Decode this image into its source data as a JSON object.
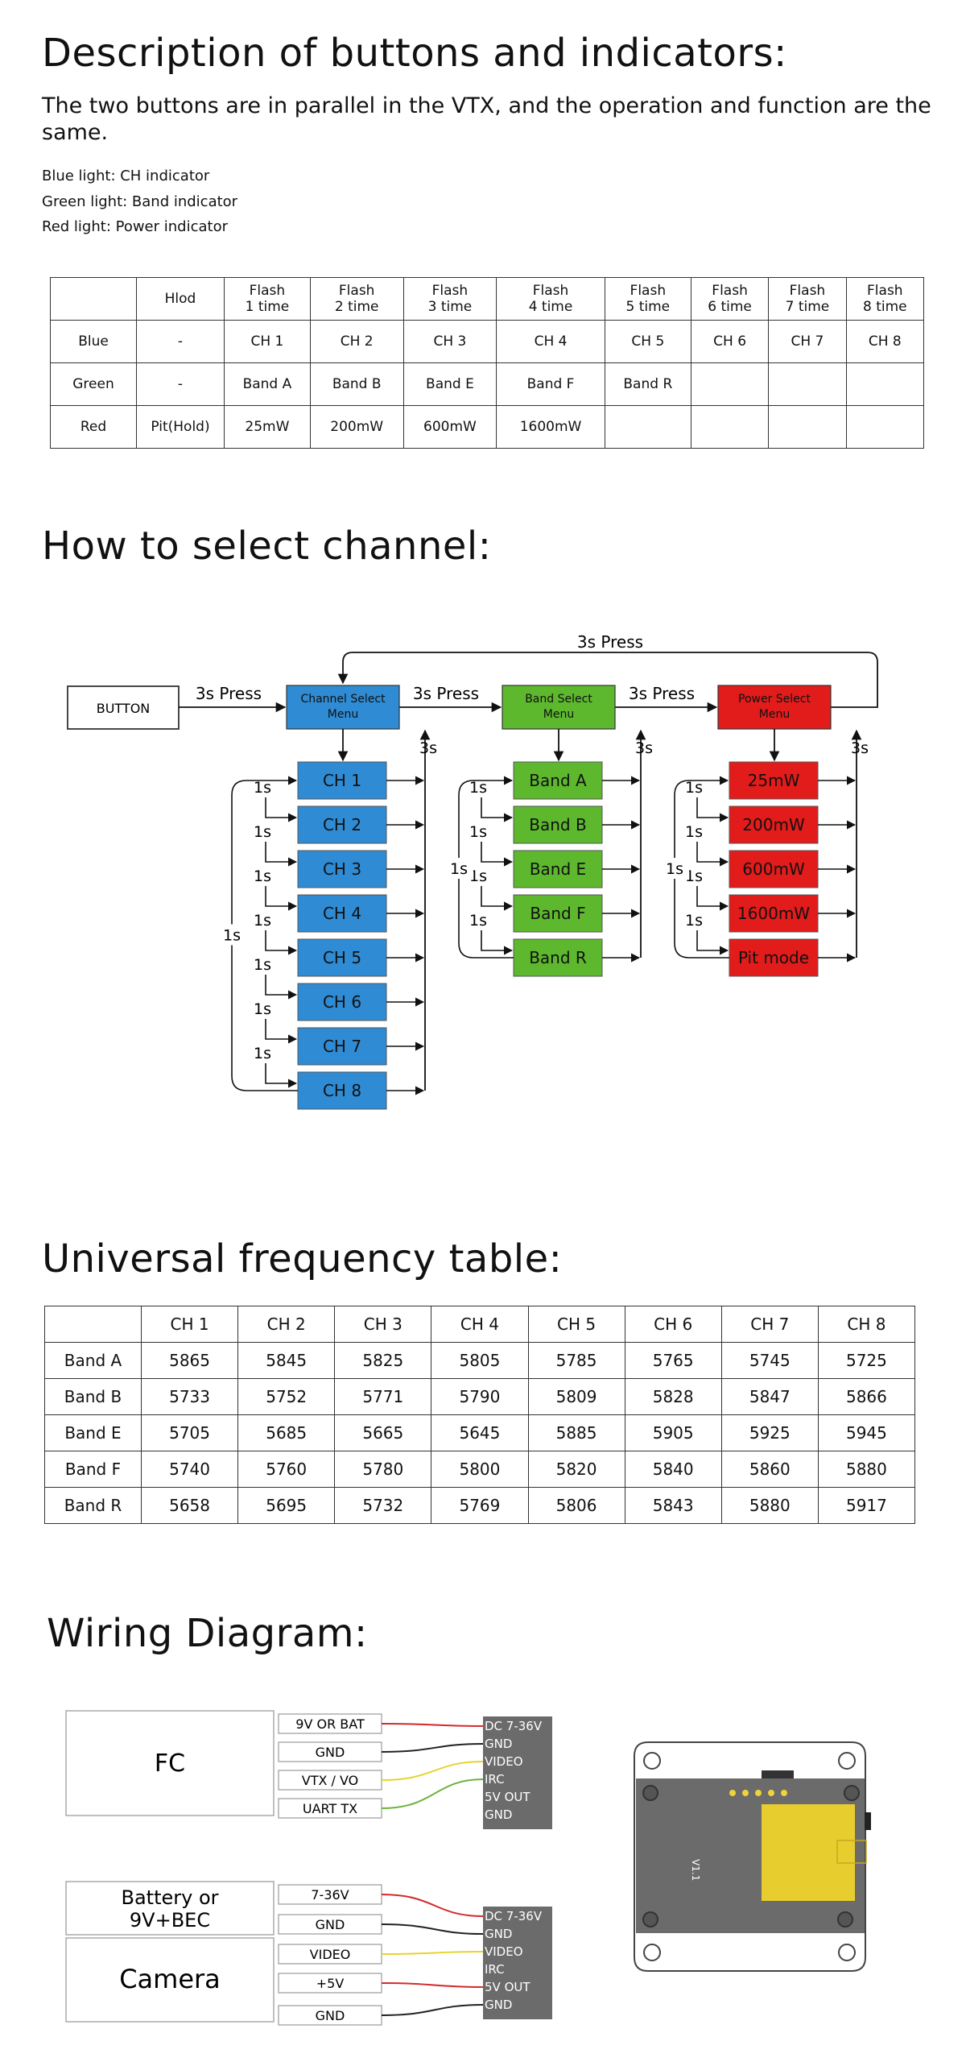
{
  "section1": {
    "title": "Description of buttons and indicators:",
    "subtitle": "The two buttons are in parallel in the VTX, and the operation and function are the same.",
    "indicators": [
      "Blue light: CH indicator",
      "Green light: Band indicator",
      "Red light: Power indicator"
    ]
  },
  "indicator_table": {
    "header": [
      "",
      "Hlod",
      "Flash\n1 time",
      "Flash\n2 time",
      "Flash\n3 time",
      "Flash\n4 time",
      "Flash\n5 time",
      "Flash\n6 time",
      "Flash\n7 time",
      "Flash\n8 time"
    ],
    "rows": [
      [
        "Blue",
        "-",
        "CH 1",
        "CH 2",
        "CH 3",
        "CH 4",
        "CH 5",
        "CH 6",
        "CH 7",
        "CH 8"
      ],
      [
        "Green",
        "-",
        "Band A",
        "Band B",
        "Band E",
        "Band F",
        "Band R",
        "",
        "",
        ""
      ],
      [
        "Red",
        "Pit(Hold)",
        "25mW",
        "200mW",
        "600mW",
        "1600mW",
        "",
        "",
        "",
        ""
      ]
    ]
  },
  "section2": {
    "title": "How to select channel:"
  },
  "flowchart": {
    "button": "BUTTON",
    "press3": "3s Press",
    "s3": "3s",
    "s1": "1s",
    "menus": [
      {
        "line1": "Channel Select",
        "line2": "Menu",
        "color": "#2f8bd3"
      },
      {
        "line1": "Band Select",
        "line2": "Menu",
        "color": "#5db82e"
      },
      {
        "line1": "Power Select",
        "line2": "Menu",
        "color": "#e21b1b"
      }
    ],
    "channel_items": [
      "CH 1",
      "CH 2",
      "CH 3",
      "CH 4",
      "CH 5",
      "CH 6",
      "CH 7",
      "CH 8"
    ],
    "band_items": [
      "Band A",
      "Band B",
      "Band E",
      "Band F",
      "Band R"
    ],
    "power_items": [
      "25mW",
      "200mW",
      "600mW",
      "1600mW",
      "Pit mode"
    ]
  },
  "section3": {
    "title": "Universal frequency table:"
  },
  "freq_table": {
    "header": [
      "",
      "CH 1",
      "CH 2",
      "CH 3",
      "CH 4",
      "CH 5",
      "CH 6",
      "CH 7",
      "CH 8"
    ],
    "rows": [
      [
        "Band A",
        "5865",
        "5845",
        "5825",
        "5805",
        "5785",
        "5765",
        "5745",
        "5725"
      ],
      [
        "Band B",
        "5733",
        "5752",
        "5771",
        "5790",
        "5809",
        "5828",
        "5847",
        "5866"
      ],
      [
        "Band E",
        "5705",
        "5685",
        "5665",
        "5645",
        "5885",
        "5905",
        "5925",
        "5945"
      ],
      [
        "Band F",
        "5740",
        "5760",
        "5780",
        "5800",
        "5820",
        "5840",
        "5860",
        "5880"
      ],
      [
        "Band R",
        "5658",
        "5695",
        "5732",
        "5769",
        "5806",
        "5843",
        "5880",
        "5917"
      ]
    ]
  },
  "section4": {
    "title": "Wiring Diagram:"
  },
  "wiring": {
    "fc_label": "FC",
    "fc_wires": [
      "9V OR BAT",
      "GND",
      "VTX / VO",
      "UART TX"
    ],
    "vtx_pins": [
      "DC 7-36V",
      "GND",
      "VIDEO",
      "IRC",
      "5V OUT",
      "GND"
    ],
    "battery_label_1": "Battery or",
    "battery_label_2": "9V+BEC",
    "camera_label": "Camera",
    "lower_wires": [
      "7-36V",
      "GND",
      "VIDEO",
      "+5V",
      "GND"
    ],
    "wire_colors": {
      "red": "#d42a2a",
      "black": "#222222",
      "yellow": "#e8d330",
      "green": "#6cb33f"
    },
    "board_version": "V1.1",
    "board_pins": [
      "DC 7-36V",
      "GND",
      "VIDEO",
      "IRC",
      "5V OUT",
      "GND"
    ]
  }
}
